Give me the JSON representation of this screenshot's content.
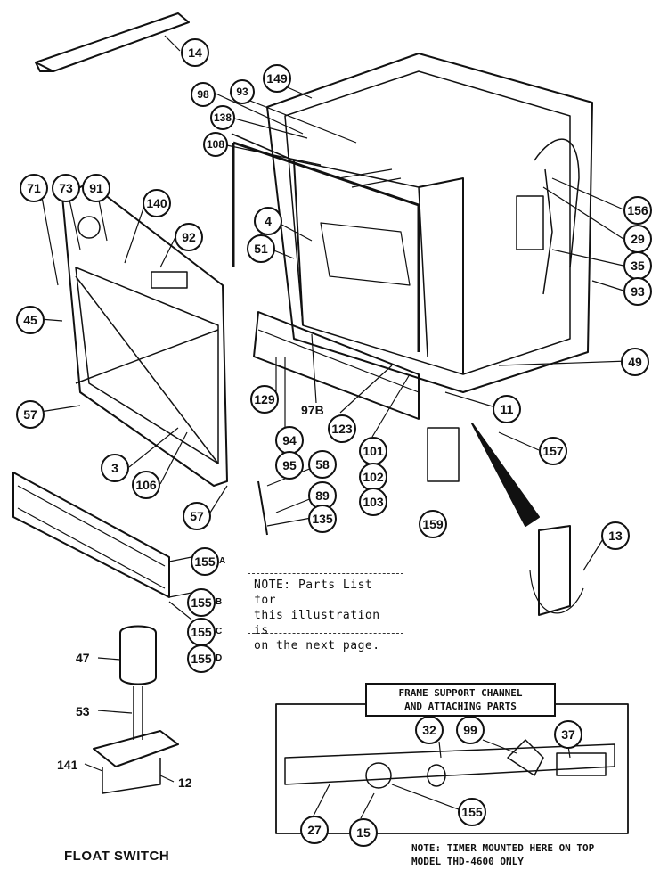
{
  "callouts": [
    "14",
    "149",
    "98",
    "93",
    "138",
    "108",
    "71",
    "73",
    "91",
    "140",
    "92",
    "4",
    "51",
    "45",
    "57",
    "3",
    "106",
    "57",
    "129",
    "97B",
    "94",
    "95",
    "123",
    "101",
    "102",
    "103",
    "58",
    "89",
    "135",
    "156",
    "29",
    "35",
    "93",
    "49",
    "11",
    "157",
    "159",
    "13",
    "155",
    "155",
    "155",
    "155",
    "32",
    "99",
    "37",
    "27",
    "15",
    "155"
  ],
  "callout_suffixes": [
    "A",
    "B",
    "C",
    "D"
  ],
  "plain_labels": [
    "47",
    "53",
    "141",
    "12"
  ],
  "note": {
    "lines": [
      "NOTE: Parts List for",
      "this illustration is",
      "on the next page."
    ]
  },
  "frame_section": {
    "title_lines": [
      "FRAME SUPPORT CHANNEL",
      "AND ATTACHING PARTS"
    ]
  },
  "timer_note": {
    "lines": [
      "NOTE: TIMER MOUNTED HERE ON TOP",
      "MODEL THD-4600 ONLY"
    ]
  },
  "float_switch_caption": "FLOAT SWITCH"
}
